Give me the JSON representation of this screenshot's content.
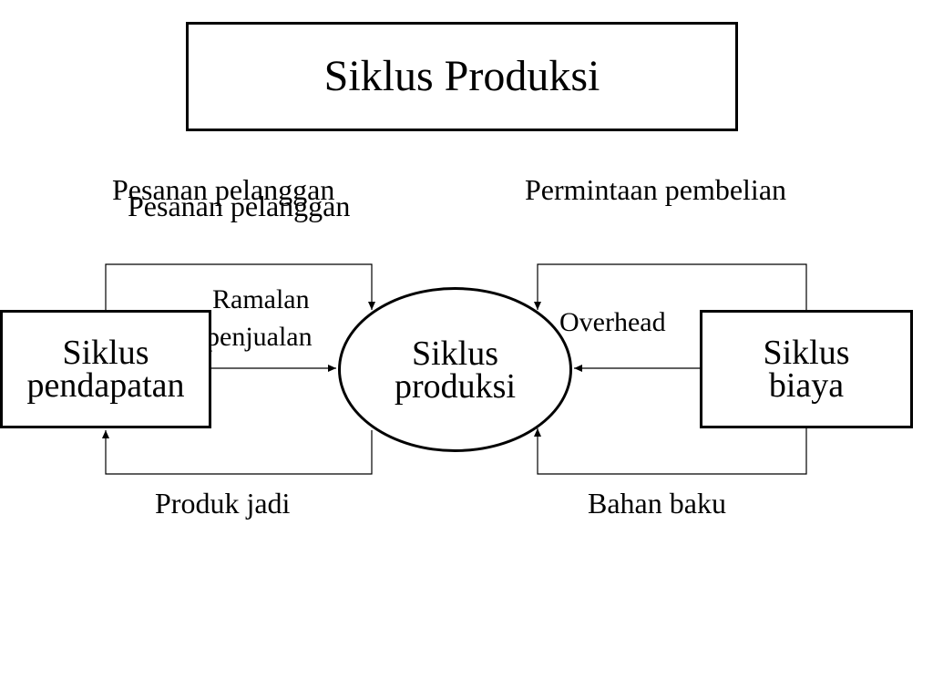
{
  "title": "Siklus Produksi",
  "nodes": {
    "revenue_cycle": {
      "line1": "Siklus",
      "line2": "pendapatan"
    },
    "production_cycle": {
      "line1": "Siklus",
      "line2": "produksi"
    },
    "cost_cycle": {
      "line1": "Siklus",
      "line2": "biaya"
    }
  },
  "labels": {
    "customer_orders_a": "Pesanan pelanggan",
    "customer_orders_b": "Pesanan pelanggan",
    "purchase_requests": "Permintaan pembelian",
    "sales_forecast_line1": "Ramalan",
    "sales_forecast_line2": "penjualan",
    "overhead": "Overhead",
    "finished_goods": "Produk jadi",
    "raw_materials": "Bahan baku"
  }
}
